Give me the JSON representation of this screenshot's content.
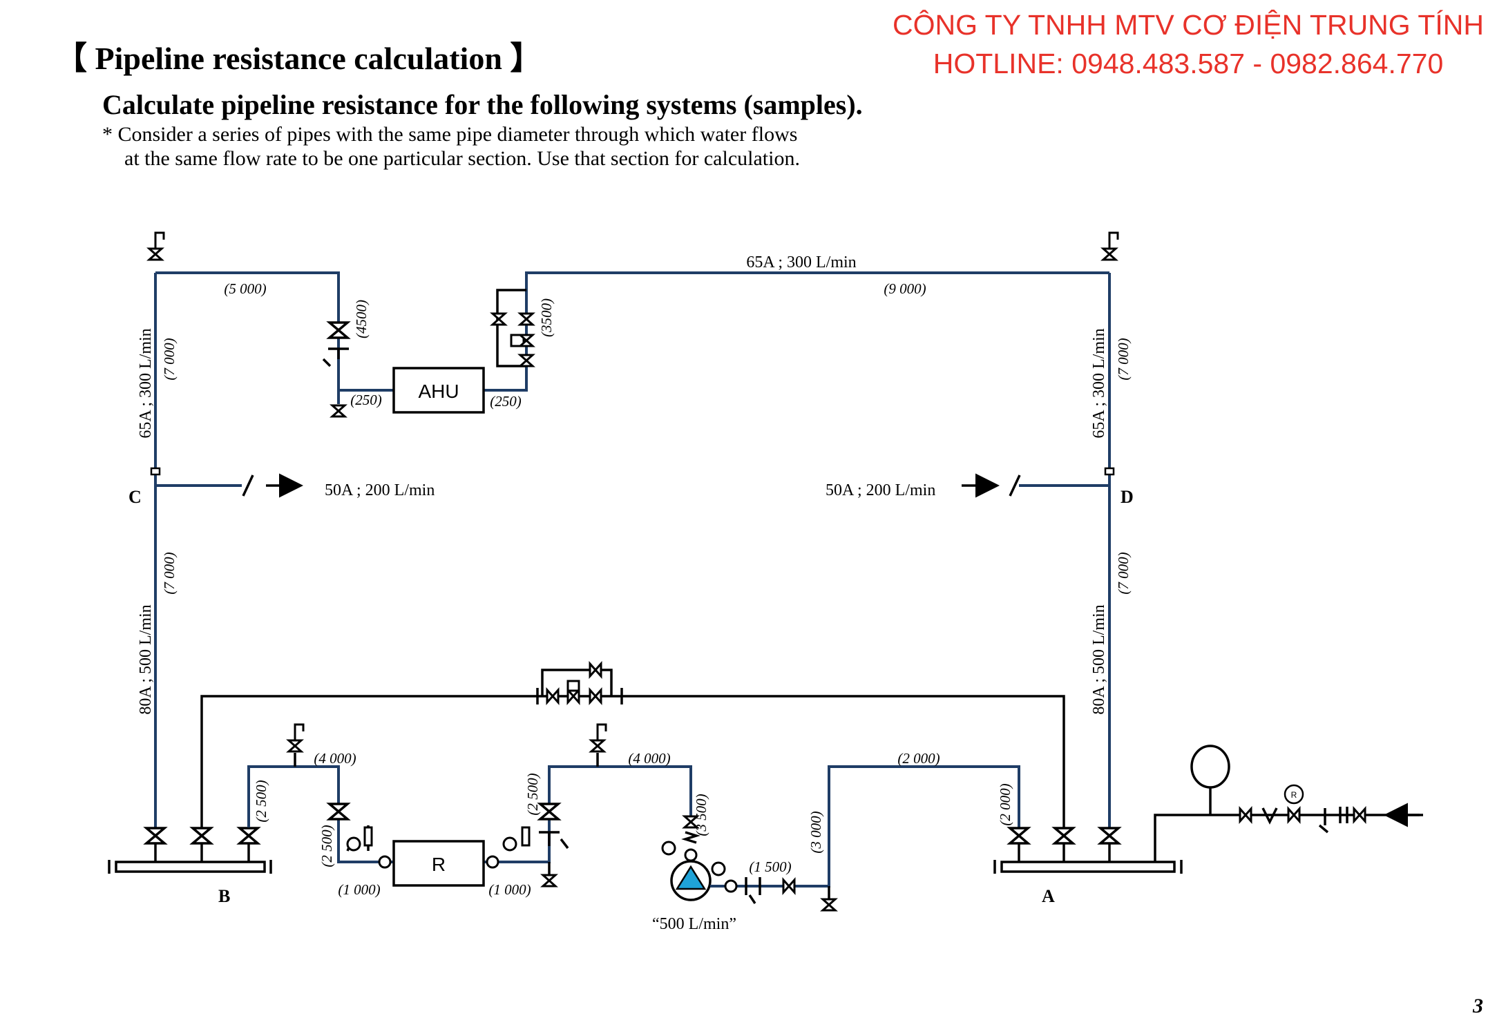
{
  "header": {
    "title": "【 Pipeline resistance calculation 】",
    "company_line1": "CÔNG TY TNHH MTV CƠ ĐIỆN TRUNG TÍNH",
    "company_line2": "HOTLINE: 0948.483.587 - 0982.864.770",
    "subtitle": "Calculate pipeline resistance for the following systems (samples).",
    "note_line1": "* Consider a series of pipes with the same pipe diameter through which water flows",
    "note_line2": "at the same flow rate to be one particular section. Use that section for calculation."
  },
  "diagram": {
    "nodes": {
      "A": "A",
      "B": "B",
      "C": "C",
      "D": "D"
    },
    "equipment": {
      "ahu": "AHU",
      "refrigerator": "R",
      "pump_flow": "“500 L/min”"
    },
    "pipe_specs": {
      "top": "65A ; 300 L/min",
      "left_upper": "65A ; 300 L/min",
      "right_upper": "65A ; 300 L/min",
      "left_lower": "80A ; 500 L/min",
      "right_lower": "80A ; 500 L/min",
      "branch_c": "50A ; 200 L/min",
      "branch_d": "50A ; 200 L/min"
    },
    "lengths": {
      "top_left": "(5 000)",
      "top_right": "(9 000)",
      "ahu_in_vertical": "(4500)",
      "ahu_out_vertical": "(3500)",
      "ahu_in_short": "(250)",
      "ahu_out_short": "(250)",
      "left_upper_vertical": "(7 000)",
      "right_upper_vertical": "(7 000)",
      "left_lower_vertical": "(7 000)",
      "right_lower_vertical": "(7 000)",
      "r_in_top": "(4 000)",
      "r_in_up": "(2 500)",
      "r_in_down": "(2 500)",
      "r_in_bottom": "(1 000)",
      "r_out_bottom": "(1 000)",
      "r_out_up": "(2 500)",
      "pump_top": "(4 000)",
      "pump_down": "(3 500)",
      "pump_out": "(1 500)",
      "pump_rise": "(3 000)",
      "a_top": "(2 000)",
      "a_down": "(2 000)"
    }
  },
  "footer": {
    "page_number": "3"
  }
}
